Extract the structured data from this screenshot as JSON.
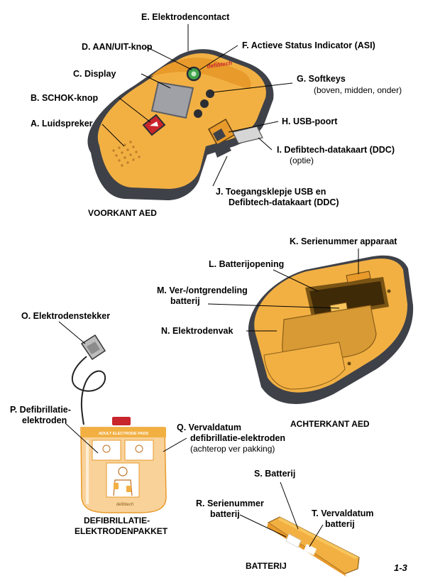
{
  "page_number": "1-3",
  "colors": {
    "body_yellow": "#f2b043",
    "body_orange": "#e89a2b",
    "body_dark": "#3f4148",
    "display_grey": "#9fa1a6",
    "shock_red": "#c9252c",
    "asi_green": "#3fa34d"
  },
  "front": {
    "caption": "VOORKANT AED",
    "brand": "defibtech",
    "labels": {
      "e": "E. Elektrodencontact",
      "d": "D. AAN/UIT-knop",
      "f": "F. Actieve Status Indicator (ASI)",
      "c": "C. Display",
      "g": "G. Softkeys",
      "g_sub": "(boven, midden, onder)",
      "b": "B. SCHOK-knop",
      "h": "H. USB-poort",
      "a": "A. Luidspreker",
      "i": "I. Defibtech-datakaart (DDC)",
      "i_sub": "(optie)",
      "j1": "J. Toegangsklepje USB en",
      "j2": "Defibtech-datakaart (DDC)"
    }
  },
  "back": {
    "caption": "ACHTERKANT AED",
    "labels": {
      "k": "K. Serienummer apparaat",
      "l": "L. Batterijopening",
      "m1": "M. Ver-/ontgrendeling",
      "m2": "batterij",
      "n": "N. Elektrodenvak"
    }
  },
  "electrodes": {
    "caption1": "DEFIBRILLATIE-",
    "caption2": "ELEKTRODENPAKKET",
    "pouch_text": "ADULT ELECTRODE PADS",
    "brand": "defibtech",
    "labels": {
      "o": "O. Elektrodenstekker",
      "p1": "P. Defibrillatie-",
      "p2": "elektroden",
      "q1": "Q. Vervaldatum",
      "q2": "defibrillatie-elektroden",
      "q_sub": "(achterop ver pakking)"
    }
  },
  "battery": {
    "caption": "BATTERIJ",
    "labels": {
      "s": "S. Batterij",
      "r1": "R. Serienummer",
      "r2": "batterij",
      "t1": "T. Vervaldatum",
      "t2": "batterij"
    }
  }
}
